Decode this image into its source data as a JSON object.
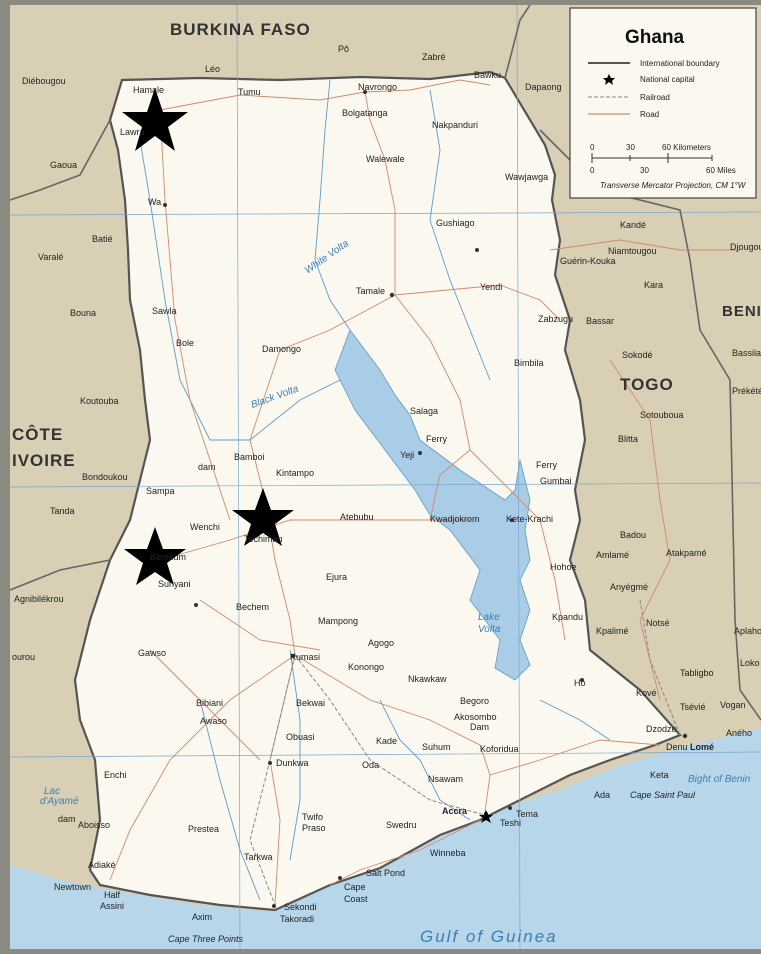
{
  "legend": {
    "title": "Ghana",
    "items": [
      "International boundary",
      "National capital",
      "Railroad",
      "Road"
    ],
    "scale_km": [
      "0",
      "30",
      "60 Kilometers"
    ],
    "scale_mi": [
      "0",
      "30",
      "60 Miles"
    ],
    "projection": "Transverse Mercator Projection, CM 1°W"
  },
  "countries": {
    "burkina": "BURKINA FASO",
    "togo": "TOGO",
    "benin": "BENI",
    "cote1": "CÔTE",
    "cote2": "IVOIRE"
  },
  "water": {
    "gulf": "Gulf of Guinea",
    "bight": "Bight of Benin",
    "volta": "Lake Volta",
    "lake_word": "Lake",
    "volta_word": "Volta",
    "white_volta": "White Volta",
    "black_volta": "Black Volta",
    "cape_three": "Cape Three Points",
    "cape_saint": "Cape Saint Paul"
  },
  "cities": {
    "hamale": "Hamale",
    "lawra": "Lawra",
    "tumu": "Tumu",
    "navrongo": "Navrongo",
    "bolgatanga": "Bolgatanga",
    "bawku": "Bawku",
    "dapaong": "Dapaong",
    "po": "Pô",
    "leo": "Léo",
    "zabre": "Zabré",
    "diebougou": "Diébougou",
    "gaoua": "Gaoua",
    "wa": "Wa",
    "nakpanduri": "Nakpanduri",
    "walewale": "Walewale",
    "wawjaweja": "Wawjawga",
    "batie": "Batié",
    "varale": "Varalé",
    "gushiago": "Gushiago",
    "kande": "Kandé",
    "niamtougou": "Niamtougou",
    "djougou": "Djougou",
    "tamale": "Tamale",
    "yendi": "Yendi",
    "guerin": "Guérin-Kouka",
    "kara": "Kara",
    "bouna": "Bouna",
    "sawla": "Sawla",
    "zabzugu": "Zabzugu",
    "bassar": "Bassar",
    "bole": "Bole",
    "damongo": "Damongo",
    "bimbila": "Bimbila",
    "sokode": "Sokodé",
    "bassila": "Bassila",
    "koutouba": "Koutouba",
    "salaga": "Salaga",
    "sotouboua": "Sotouboua",
    "prekete": "Prékété",
    "bamboi": "Bamboi",
    "kintampo": "Kintampo",
    "yeji": "Yeji",
    "bafilo": "Blitta",
    "gumbai": "Gumbai",
    "bondoukou": "Bondoukou",
    "sampa": "Sampa",
    "atebubu": "Atebubu",
    "kwadjokrom": "Kwadjokrom",
    "kete": "Kete-Krachi",
    "tanda": "Tanda",
    "wenchi": "Wenchi",
    "techiman": "Techiman",
    "berekum": "Berekum",
    "badou": "Badou",
    "amlame": "Amlamé",
    "atakpame": "Atakpamé",
    "sunyani": "Sunyani",
    "ejura": "Ejura",
    "hohoe": "Hohoe",
    "agnibilekrou": "Agnibilékrou",
    "bechem": "Bechem",
    "anyegme": "Anyégmé",
    "mampong": "Mampong",
    "kpandu": "Kpandu",
    "kpalime": "Kpalimé",
    "notse": "Notsé",
    "agogo": "Agogo",
    "aplahoue": "Aplahoué",
    "kumasi": "Kumasi",
    "gawso": "Gawso",
    "konongo": "Konongo",
    "lokossa": "Loko",
    "tabligbo": "Tabligbo",
    "nkawkaw": "Nkawkaw",
    "ho": "Ho",
    "bibiani": "Bibiani",
    "bekwai": "Bekwai",
    "begoro": "Begoro",
    "akosombo": "Akosombo",
    "dam": "Dam",
    "kove": "Kové",
    "vogan": "Vogan",
    "tsevie": "Tsévié",
    "awaso": "Awaso",
    "dzodze": "Dzodze",
    "aneho": "Aného",
    "lome": "Lomé",
    "denu": "Denu",
    "obuasi": "Obuasi",
    "kade": "Kade",
    "suhum": "Suhum",
    "koforidua": "Koforidua",
    "enchi": "Enchi",
    "dunkwa": "Dunkwa",
    "oda": "Oda",
    "keta": "Keta",
    "nsawam": "Nsawam",
    "ada": "Ada",
    "accra": "Accra",
    "tema": "Tema",
    "teshi": "Teshi",
    "aboisso": "Aboisso",
    "prestea": "Prestea",
    "twifo1": "Twifo",
    "twifo2": "Praso",
    "swedru": "Swedru",
    "winneba": "Winneba",
    "tarkwa": "Tarkwa",
    "adiake": "Adiaké",
    "newtown": "Newtown",
    "half1": "Half",
    "half2": "Assini",
    "saltpond": "Salt Pond",
    "cape1": "Cape",
    "cape2": "Coast",
    "sekondi1": "Sekondi",
    "sekondi2": "Takoradi",
    "axim": "Axim",
    "dam_ci": "dam",
    "lac": "Lac",
    "dayeme": "d'Ayamé",
    "ferry1": "Ferry",
    "ferry2": "Ferry",
    "souro": "ourou"
  }
}
